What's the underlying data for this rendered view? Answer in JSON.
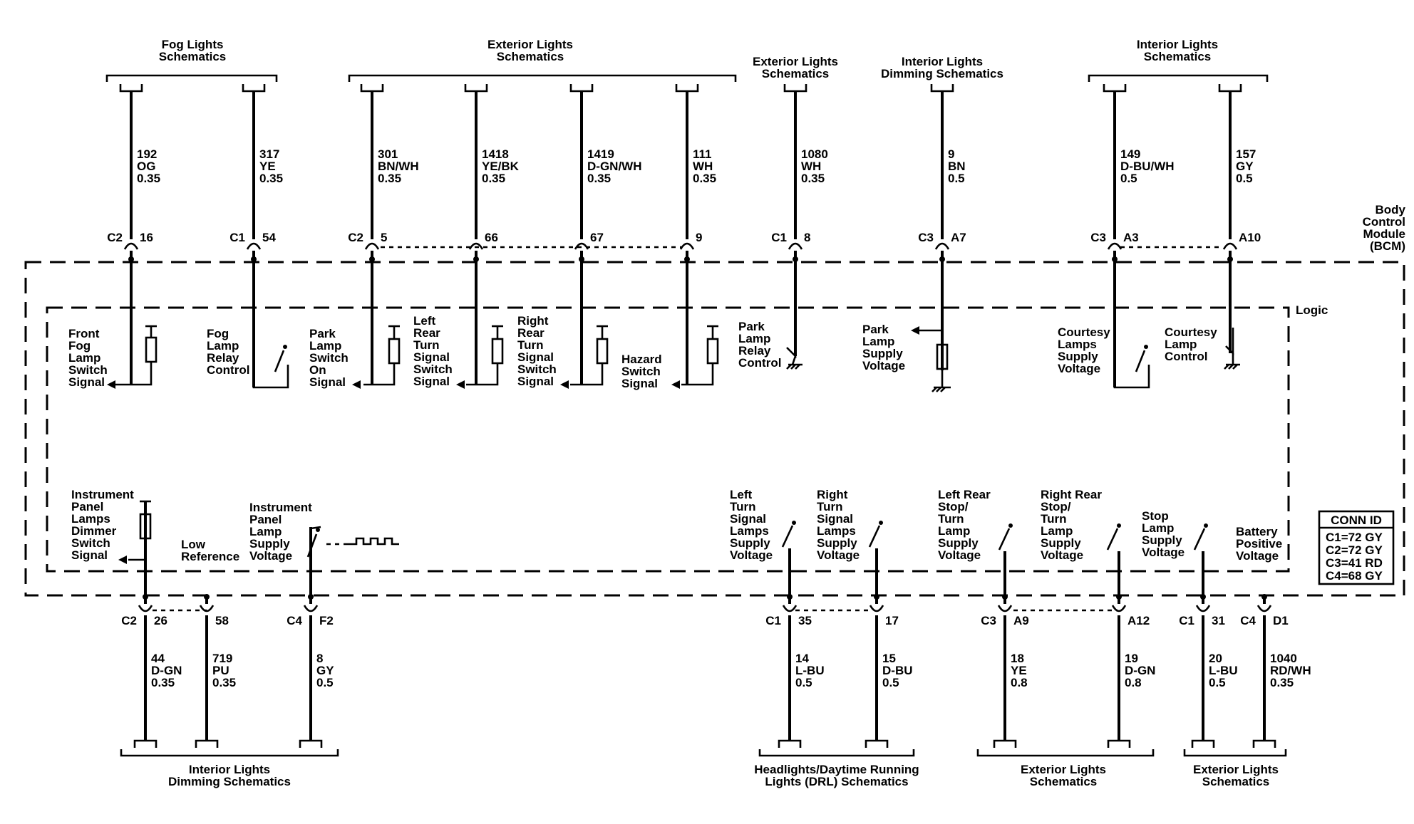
{
  "module": {
    "name_lines": [
      "Body",
      "Control",
      "Module",
      "(BCM)"
    ],
    "logic_label": "Logic"
  },
  "conn_id": {
    "title": "CONN ID",
    "lines": [
      "C1=72 GY",
      "C2=72 GY",
      "C3=41 RD",
      "C4=68 GY"
    ]
  },
  "top_groups": [
    {
      "label": [
        "Fog Lights",
        "Schematics"
      ]
    },
    {
      "label": [
        "Exterior Lights",
        "Schematics"
      ]
    },
    {
      "label": [
        "Exterior Lights",
        "Schematics"
      ]
    },
    {
      "label": [
        "Interior Lights",
        "Dimming Schematics"
      ]
    },
    {
      "label": [
        "Interior Lights",
        "Schematics"
      ]
    }
  ],
  "top_wires": [
    {
      "circuit": [
        "192",
        "OG",
        "0.35"
      ],
      "conn": "C2",
      "pin": "16",
      "signal": [
        "Front",
        "Fog",
        "Lamp",
        "Switch",
        "Signal"
      ]
    },
    {
      "circuit": [
        "317",
        "YE",
        "0.35"
      ],
      "conn": "C1",
      "pin": "54",
      "signal": [
        "Fog",
        "Lamp",
        "Relay",
        "Control"
      ]
    },
    {
      "circuit": [
        "301",
        "BN/WH",
        "0.35"
      ],
      "conn": "C2",
      "pin": "5",
      "signal": [
        "Park",
        "Lamp",
        "Switch",
        "On",
        "Signal"
      ]
    },
    {
      "circuit": [
        "1418",
        "YE/BK",
        "0.35"
      ],
      "conn": "",
      "pin": "66",
      "signal": [
        "Left",
        "Rear",
        "Turn",
        "Signal",
        "Switch",
        "Signal"
      ]
    },
    {
      "circuit": [
        "1419",
        "D-GN/WH",
        "0.35"
      ],
      "conn": "",
      "pin": "67",
      "signal": [
        "Right",
        "Rear",
        "Turn",
        "Signal",
        "Switch",
        "Signal"
      ]
    },
    {
      "circuit": [
        "111",
        "WH",
        "0.35"
      ],
      "conn": "",
      "pin": "9",
      "signal": [
        "Hazard",
        "Switch",
        "Signal"
      ]
    },
    {
      "circuit": [
        "1080",
        "WH",
        "0.35"
      ],
      "conn": "C1",
      "pin": "8",
      "signal": [
        "Park",
        "Lamp",
        "Relay",
        "Control"
      ]
    },
    {
      "circuit": [
        "9",
        "BN",
        "0.5"
      ],
      "conn": "C3",
      "pin": "A7",
      "signal": [
        "Park",
        "Lamp",
        "Supply",
        "Voltage"
      ]
    },
    {
      "circuit": [
        "149",
        "D-BU/WH",
        "0.5"
      ],
      "conn": "C3",
      "pin": "A3",
      "signal": [
        "Courtesy",
        "Lamps",
        "Supply",
        "Voltage"
      ]
    },
    {
      "circuit": [
        "157",
        "GY",
        "0.5"
      ],
      "conn": "",
      "pin": "A10",
      "signal": [
        "Courtesy",
        "Lamp",
        "Control"
      ]
    }
  ],
  "bottom_wires": [
    {
      "circuit": [
        "44",
        "D-GN",
        "0.35"
      ],
      "conn": "C2",
      "pin": "26",
      "signal": [
        "Instrument",
        "Panel",
        "Lamps",
        "Dimmer",
        "Switch",
        "Signal"
      ]
    },
    {
      "circuit": [
        "719",
        "PU",
        "0.35"
      ],
      "conn": "",
      "pin": "58",
      "signal": [
        "Low",
        "Reference"
      ]
    },
    {
      "circuit": [
        "8",
        "GY",
        "0.5"
      ],
      "conn": "C4",
      "pin": "F2",
      "signal": [
        "Instrument",
        "Panel",
        "Lamp",
        "Supply",
        "Voltage"
      ]
    },
    {
      "circuit": [
        "14",
        "L-BU",
        "0.5"
      ],
      "conn": "C1",
      "pin": "35",
      "signal": [
        "Left",
        "Turn",
        "Signal",
        "Lamps",
        "Supply",
        "Voltage"
      ]
    },
    {
      "circuit": [
        "15",
        "D-BU",
        "0.5"
      ],
      "conn": "",
      "pin": "17",
      "signal": [
        "Right",
        "Turn",
        "Signal",
        "Lamps",
        "Supply",
        "Voltage"
      ]
    },
    {
      "circuit": [
        "18",
        "YE",
        "0.8"
      ],
      "conn": "C3",
      "pin": "A9",
      "signal": [
        "Left Rear",
        "Stop/",
        "Turn",
        "Lamp",
        "Supply",
        "Voltage"
      ]
    },
    {
      "circuit": [
        "19",
        "D-GN",
        "0.8"
      ],
      "conn": "",
      "pin": "A12",
      "signal": [
        "Right Rear",
        "Stop/",
        "Turn",
        "Lamp",
        "Supply",
        "Voltage"
      ]
    },
    {
      "circuit": [
        "20",
        "L-BU",
        "0.5"
      ],
      "conn": "C1",
      "pin": "31",
      "signal": [
        "Stop",
        "Lamp",
        "Supply",
        "Voltage"
      ]
    },
    {
      "circuit": [
        "1040",
        "RD/WH",
        "0.35"
      ],
      "conn": "C4",
      "pin": "D1",
      "signal": [
        "Battery",
        "Positive",
        "Voltage"
      ]
    }
  ],
  "bottom_groups": [
    {
      "label": [
        "Interior Lights",
        "Dimming Schematics"
      ]
    },
    {
      "label": [
        "Headlights/Daytime Running",
        "Lights (DRL) Schematics"
      ]
    },
    {
      "label": [
        "Exterior Lights",
        "Schematics"
      ]
    },
    {
      "label": [
        "Exterior Lights",
        "Schematics"
      ]
    }
  ]
}
